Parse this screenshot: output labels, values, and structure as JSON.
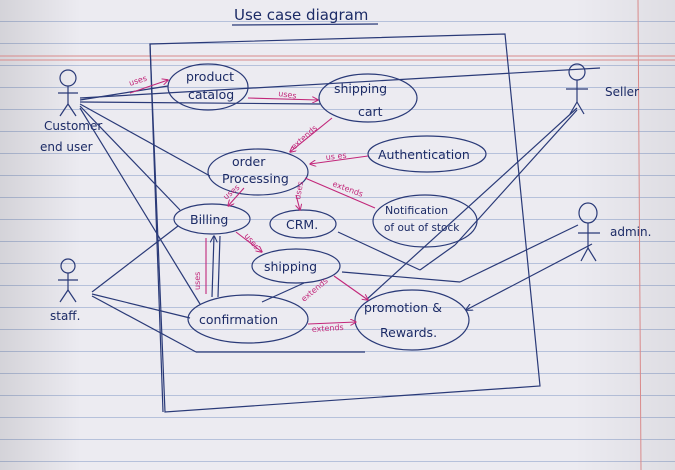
{
  "diagram": {
    "title": "Use case diagram",
    "actors": {
      "customer": "Customer",
      "end_user": "end user",
      "staff": "staff.",
      "seller": "Seller",
      "admin": "admin."
    },
    "use_cases": {
      "product_catalog_1": "product",
      "product_catalog_2": "catalog",
      "shipping_cart_1": "shipping",
      "shipping_cart_2": "cart",
      "order_processing_1": "order",
      "order_processing_2": "Processing",
      "authentication": "Authentication",
      "billing": "Billing",
      "crm": "CRM.",
      "notification_1": "Notification",
      "notification_2": "of out of stock",
      "shipping": "shipping",
      "confirmation": "confirmation",
      "promotion_1": "promotion &",
      "promotion_2": "Rewards."
    },
    "relations": {
      "uses_1": "uses",
      "uses_2": "uses",
      "extends_1": "extends",
      "uses_3": "us es",
      "extends_2": "extends",
      "uses_4": "uses",
      "uses_5": "uses",
      "uses_6": "uses",
      "uses_7": "uses",
      "extends_3": "extends",
      "extends_4": "extends"
    }
  }
}
